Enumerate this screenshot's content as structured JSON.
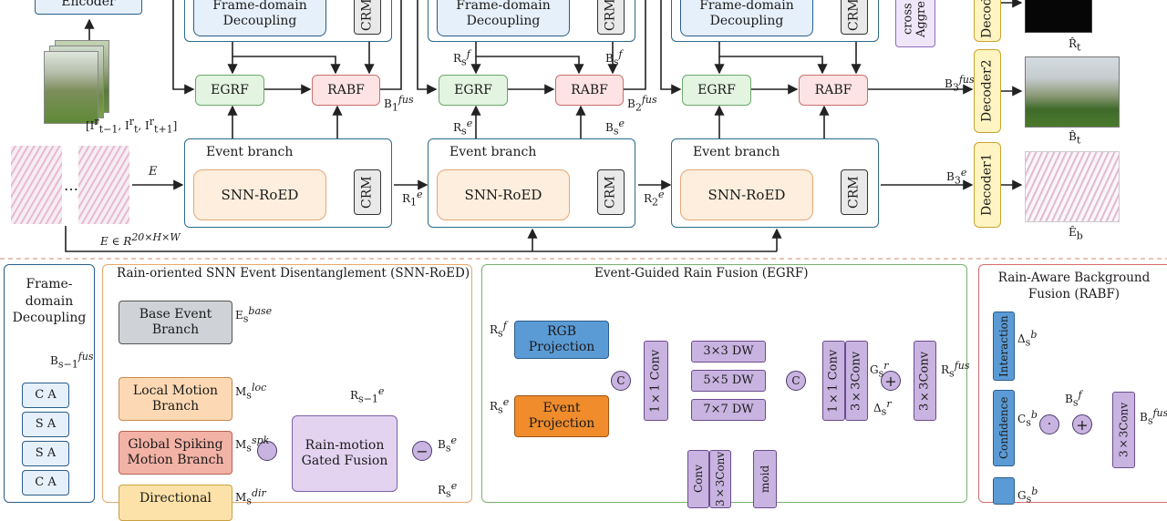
{
  "colors": {
    "frame_fill": "#e6f0fb",
    "frame_border": "#2a5d8a",
    "grey_fill": "#e9e9e9",
    "egrf_fill": "#e3f4e1",
    "egrf_border": "#6ca86a",
    "rabf_fill": "#fde3e3",
    "rabf_border": "#c8716f",
    "event_border": "#2a6a8a",
    "snn_fill": "#fdeedd",
    "snn_border": "#e6a776",
    "decoder_fill": "#fff4c2",
    "decoder_border": "#c9a52b",
    "purple_fill": "#c9b3e0",
    "purple_border": "#6b4b8f",
    "blue_fill": "#5b9bd5",
    "orange_fill": "#f08c2c",
    "panel_snnroed": "#e7a76a",
    "panel_egrf": "#79b06f",
    "panel_rabf": "#d46c6a",
    "panel_frame": "#2a5d8a"
  },
  "top": {
    "encoder": "Encoder",
    "frame_domain": "Frame-domain Decoupling",
    "crm": "CRM",
    "egrf": "EGRF",
    "rabf": "RABF",
    "event_branch": "Event branch",
    "snn_roed": "SNN-RoED",
    "cross_aggre": "cross Aggre",
    "decoder3": "Decod",
    "decoder2": "Decoder2",
    "decoder1": "Decoder1",
    "frames_label": "[I",
    "event_e": "E",
    "event_dims": "E ∈ R",
    "event_dims_sup": "20×H×W",
    "dots": "…",
    "b1_fus": "B",
    "b2_fus": "B",
    "b3_fus": "B",
    "b3_e": "B",
    "r1_e": "R",
    "r2_e": "R",
    "rs_f": "R",
    "rs_e": "R",
    "bs_f": "B",
    "bs_e": "B",
    "out_rt": "R̂",
    "out_bt": "B̂",
    "out_eb": "Ê",
    "sub_t": "t",
    "sub_b": "b"
  },
  "panels": {
    "frame_title": "Frame-domain Decoupling",
    "frame_input": "B",
    "frame_blocks": [
      "C A",
      "S A",
      "S A",
      "C A"
    ],
    "snnroed_title": "Rain-oriented SNN Event Disentanglement (SNN-RoED)",
    "base_event_branch": "Base Event Branch",
    "local_motion_branch": "Local Motion Branch",
    "global_spiking_branch": "Global Spiking Motion Branch",
    "directional": "Directional",
    "rain_motion_fusion": "Rain-motion Gated Fusion",
    "e_base": "E",
    "m_loc": "M",
    "m_spk": "M",
    "m_dir": "M",
    "r_s1_e": "R",
    "out_bs_e": "B",
    "out_rs_e": "R",
    "egrf_title": "Event-Guided Rain Fusion (EGRF)",
    "rgb_projection": "RGB Projection",
    "event_projection": "Event Projection",
    "conv1x1": "1×1 Conv",
    "dw3": "3×3 DW",
    "dw5": "5×5 DW",
    "dw7": "7×7 DW",
    "conv3x3": "3×3Conv",
    "conv": "Conv",
    "sigmoid": "moid",
    "concat": "C",
    "gs_r": "G",
    "delta_s_r": "Δ",
    "rs_fus": "R",
    "in_rs_f": "R",
    "in_rs_e": "R",
    "rabf_title": "Rain-Aware Background Fusion (RABF)",
    "interaction": "Interaction",
    "confidence": "Confidence",
    "delta_sb": "Δ",
    "c_sb": "C",
    "g_sb": "G",
    "bs_f_in": "B",
    "bs_fus_out": "B"
  }
}
